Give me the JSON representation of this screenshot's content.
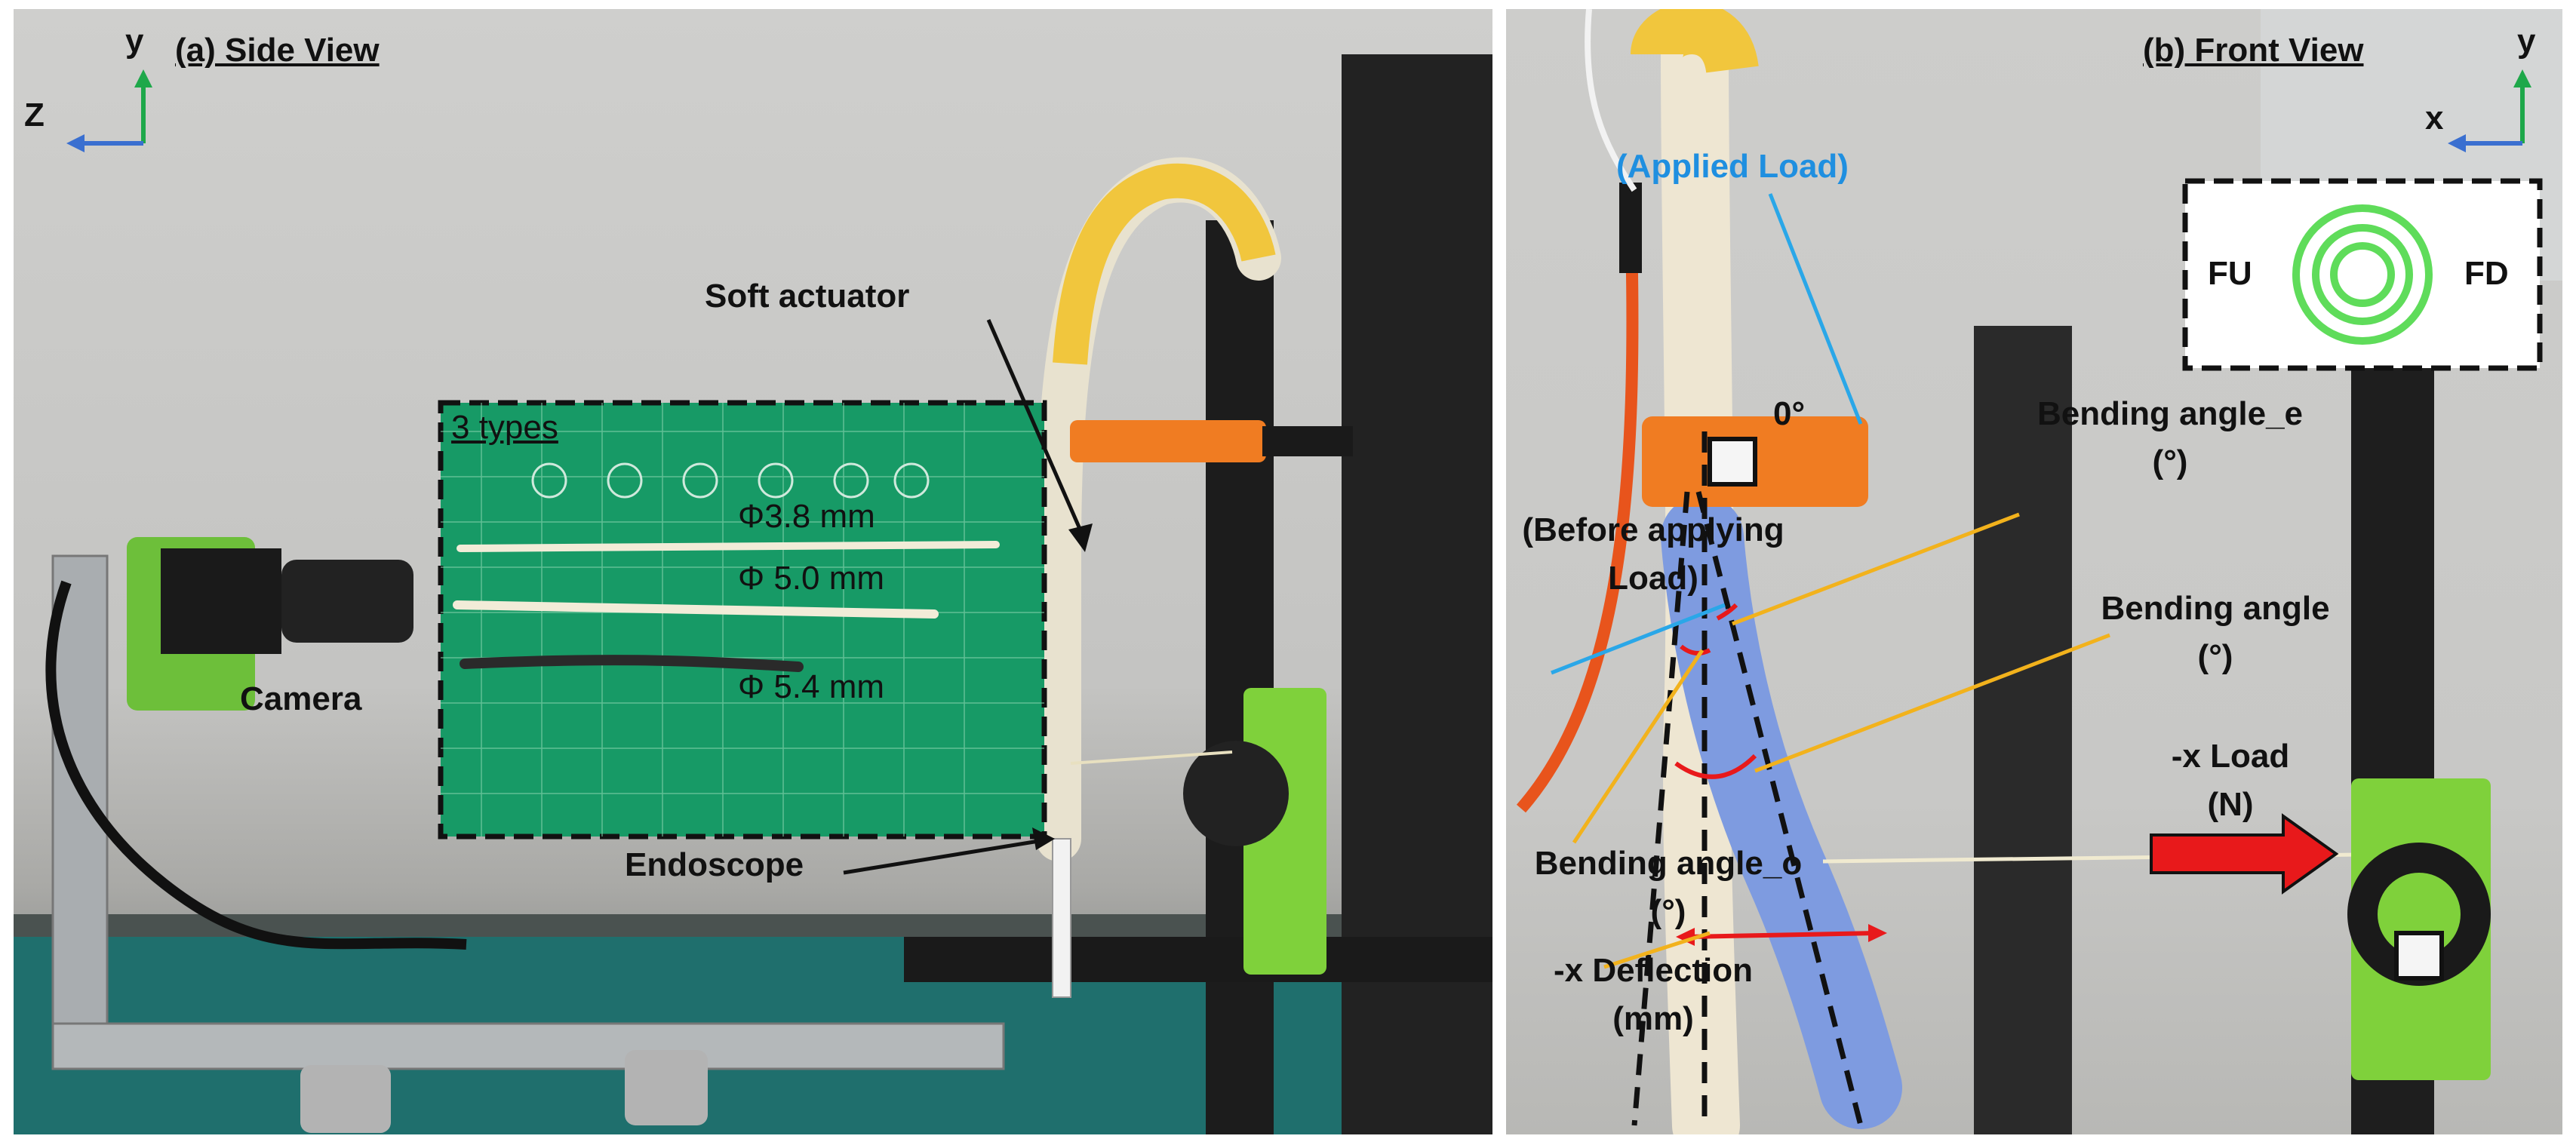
{
  "panel_a": {
    "title": "(a) Side View",
    "axis_y": "y",
    "axis_z": "Z",
    "inset_title": "3 types",
    "inset_sizes": [
      "Φ3.8 mm",
      "Φ 5.0 mm",
      "Φ 5.4 mm"
    ],
    "label_soft_actuator": "Soft actuator",
    "label_camera": "Camera",
    "label_endoscope": "Endoscope"
  },
  "panel_b": {
    "title": "(b) Front View",
    "axis_y": "y",
    "axis_x": "x",
    "label_applied_load": "(Applied Load)",
    "label_before_line1": "(Before applying",
    "label_before_line2": "Load)",
    "label_zero_deg": "0°",
    "label_bending_e_line1": "Bending angle_e",
    "label_bending_e_line2": "(°)",
    "label_bending_line1": "Bending angle",
    "label_bending_line2": "(°)",
    "label_bending_o_line1": "Bending angle_o",
    "label_bending_o_line2": "(°)",
    "label_deflection_line1": "-x Deflection",
    "label_deflection_line2": "(mm)",
    "label_load_line1": "-x Load",
    "label_load_line2": "(N)",
    "inset_fu": "FU",
    "inset_fd": "FD"
  },
  "colors": {
    "axis_y_arrow": "#1ea84a",
    "axis_x_arrow": "#3a6fd0",
    "applied_load_text": "#1f8fe0",
    "load_arrow": "#e8191b",
    "inset_green": "#0f9a6b",
    "actuator_blue": "#7e9be0",
    "bracket_orange": "#f07c22",
    "bracket_green": "#7fd13b"
  }
}
